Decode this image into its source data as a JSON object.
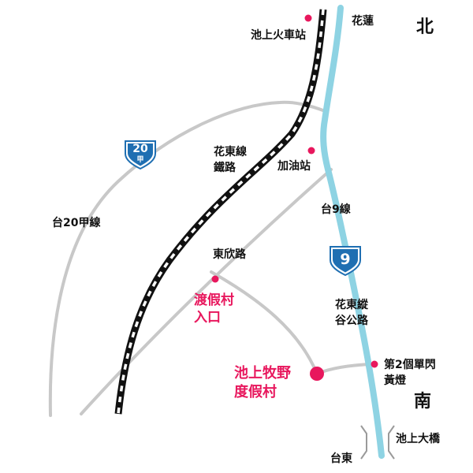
{
  "colors": {
    "road": "#c8c8c8",
    "highway": "#8ed3e3",
    "rail_dark": "#111111",
    "rail_light": "#ffffff",
    "poi": "#e8175d",
    "shield": "#1f6fb2",
    "text": "#111111"
  },
  "labels": {
    "north": "北",
    "south": "南",
    "hualien": "花蓮",
    "taitung": "台東",
    "chishang_station": "池上火車站",
    "railway": "花東線\n鐵路",
    "gas_station": "加油站",
    "route9": "台9線",
    "route20a": "台20甲線",
    "dongxin_road": "東欣路",
    "resort_entrance": "渡假村\n入口",
    "valley_road": "花東縱\n谷公路",
    "resort": "池上牧野\n度假村",
    "signal": "第2個單閃\n黃燈",
    "bridge": "池上大橋"
  },
  "shields": {
    "route20a_number": "20",
    "route20a_suffix": "甲",
    "route9_number": "9"
  },
  "icons": {
    "poi": "dot-icon",
    "shield": "highway-shield-icon"
  }
}
